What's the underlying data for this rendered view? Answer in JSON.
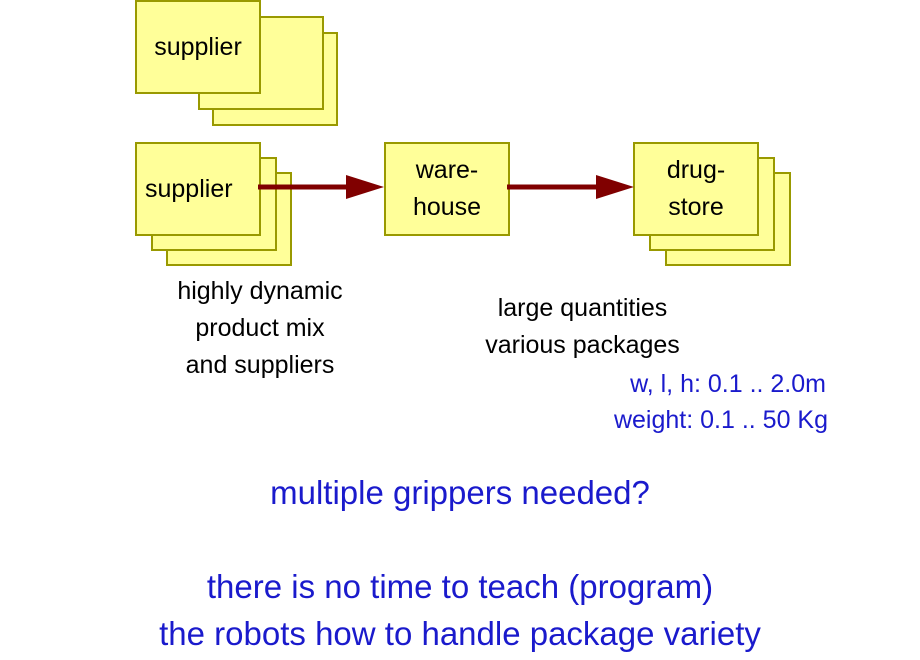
{
  "boxes": {
    "supplier_top": "supplier",
    "supplier_mid": "supplier",
    "warehouse": "ware-\nhouse",
    "drugstore": "drug-\nstore"
  },
  "annotations": {
    "supplier_note": [
      "highly dynamic",
      "product mix",
      "and suppliers"
    ],
    "warehouse_note": [
      "large quantities",
      "various packages"
    ],
    "dimensions": "w, l, h: 0.1 .. 2.0m",
    "weight": "weight: 0.1 .. 50 Kg"
  },
  "statements": {
    "question": "multiple grippers needed?",
    "line1": "there is no time to teach (program)",
    "line2": "the robots how to handle package variety"
  },
  "colors": {
    "box_fill": "#ffff99",
    "box_border": "#999900",
    "arrow": "#800000",
    "emphasis_text": "#1a1acc"
  }
}
